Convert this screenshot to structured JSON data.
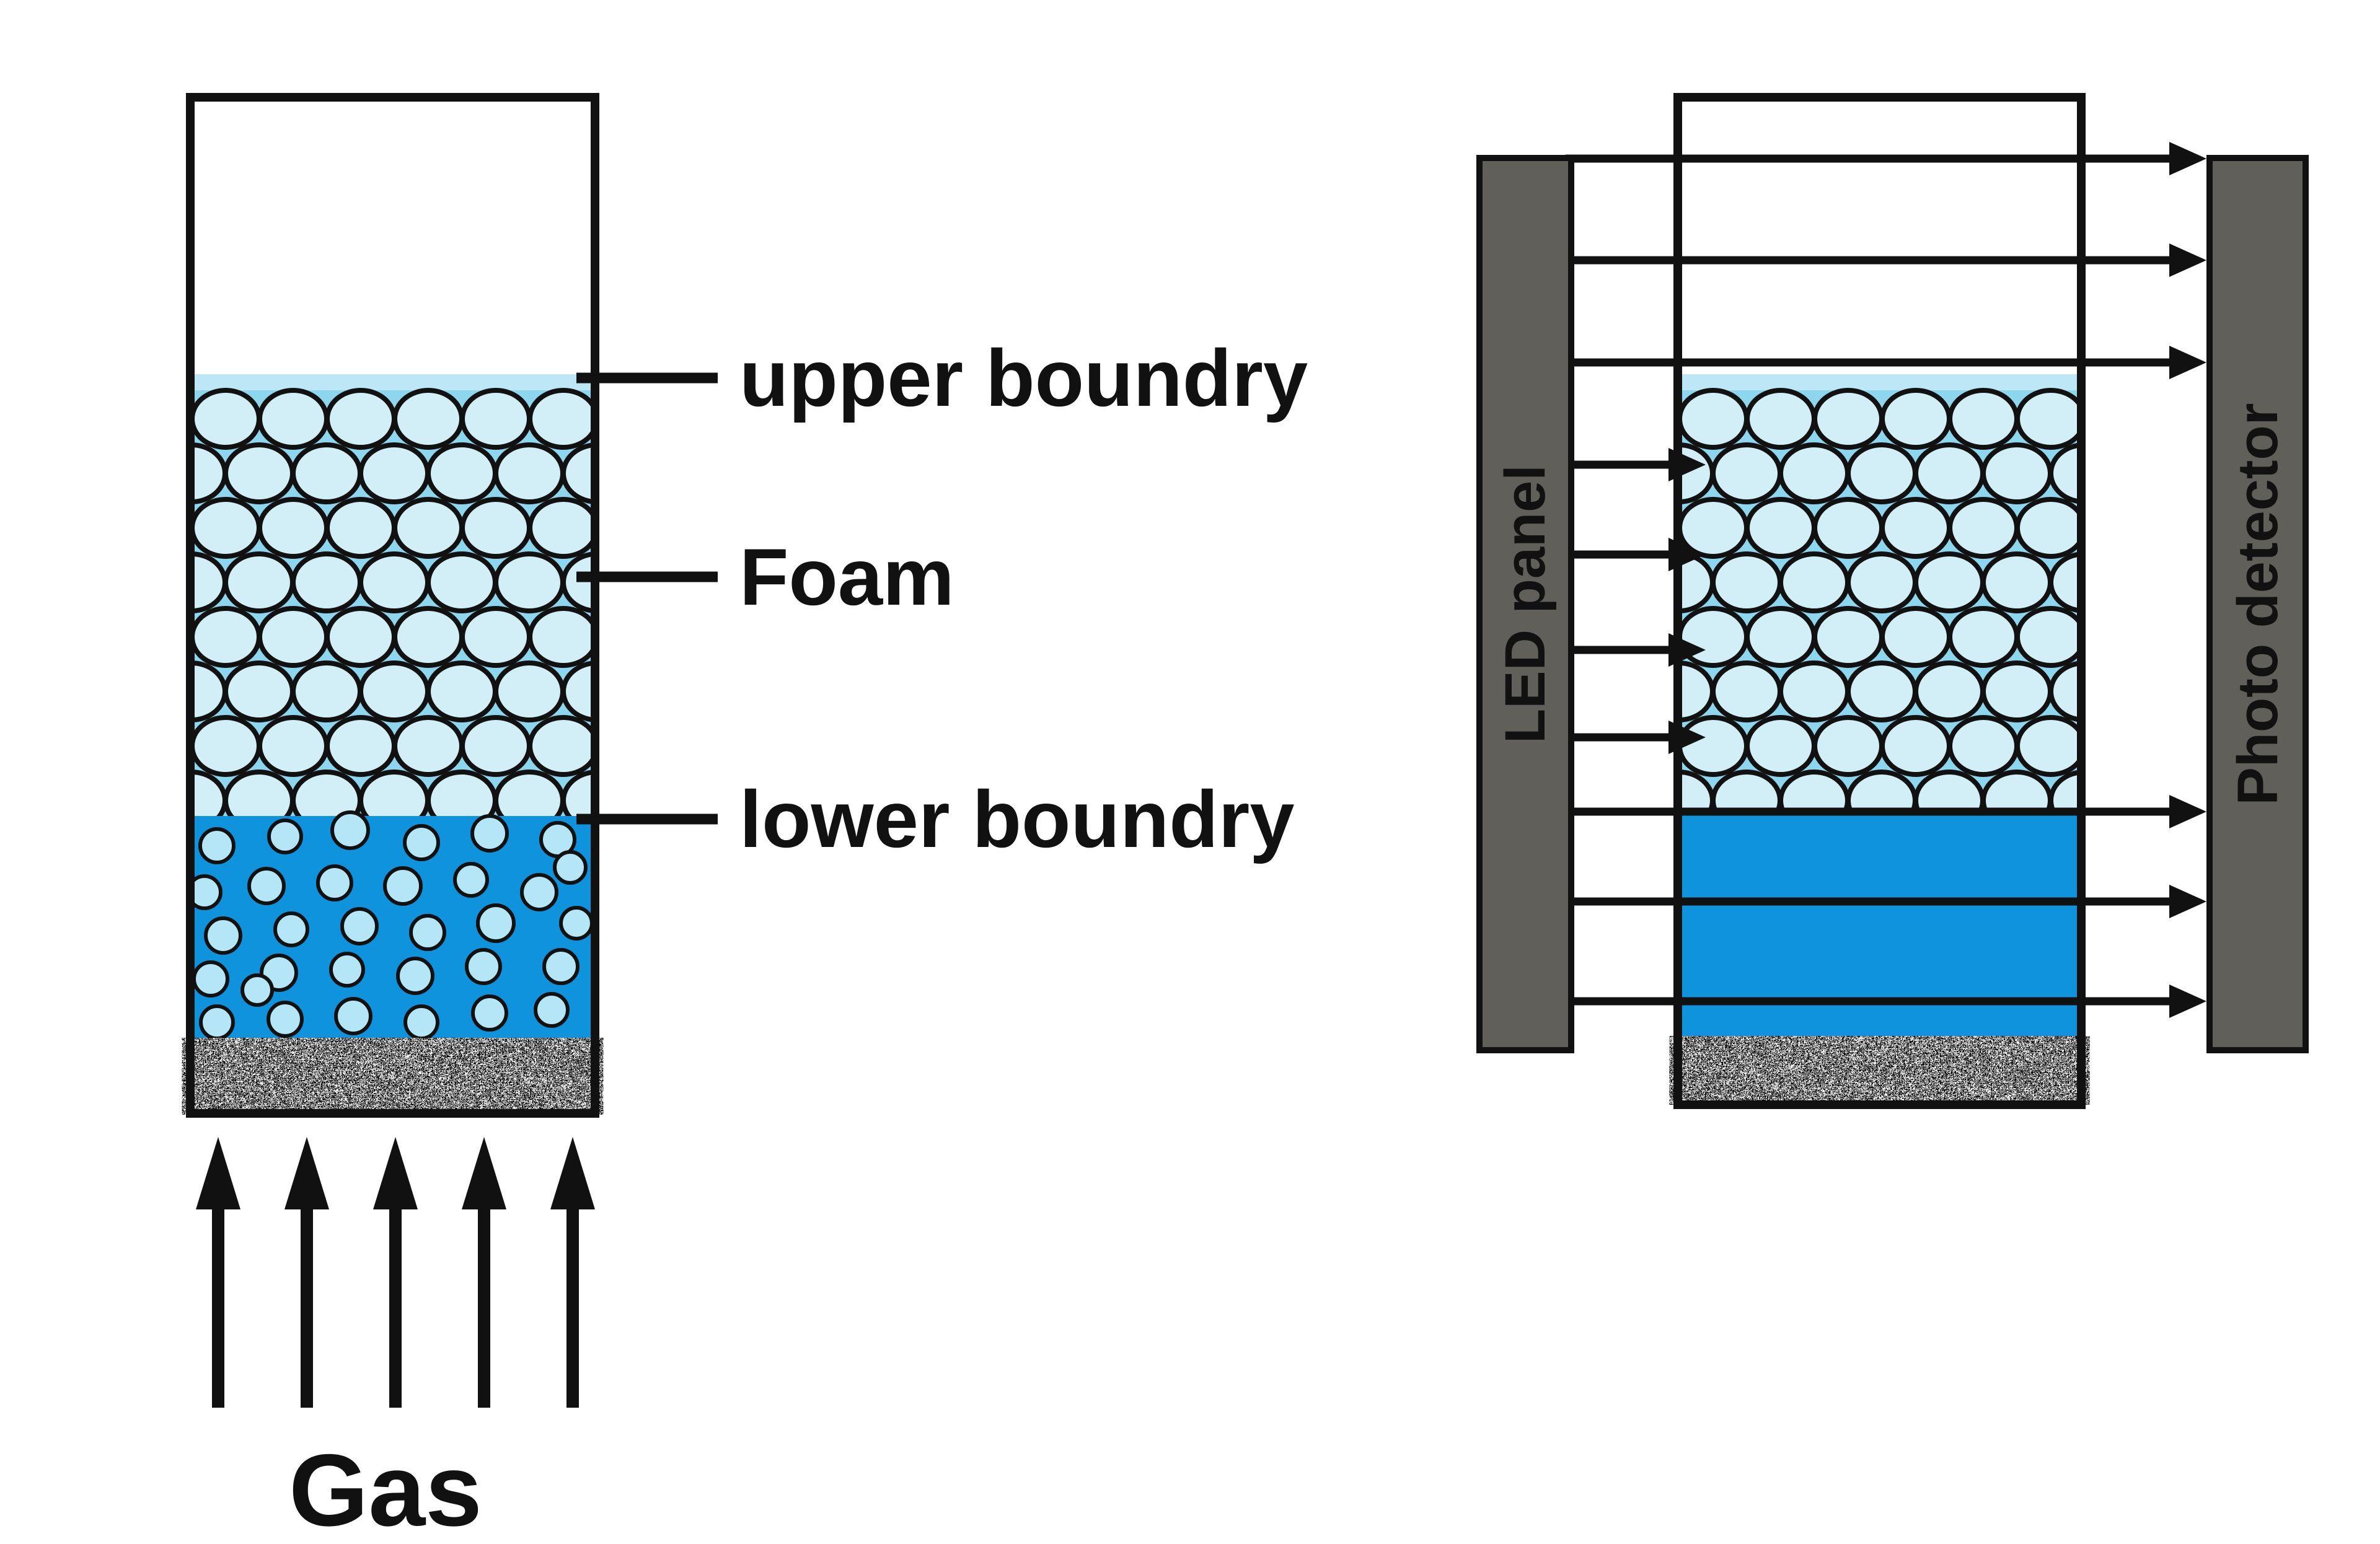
{
  "figure": {
    "left_panel": {
      "upper_boundary_label": "upper boundry",
      "foam_label": "Foam",
      "lower_boundary_label": "lower boundry",
      "gas_label": "Gas"
    },
    "right_panel": {
      "led_panel_label": "LED panel",
      "photo_detector_label": "Photo detector"
    },
    "colors": {
      "outline": "#111111",
      "foam_gap": "#8ed6ee",
      "foam_surface_band": "#bde7f6",
      "foam_bubble_fill": "#d2eff8",
      "liquid": "#0e93dc",
      "liquid_bubble_fill": "#b5e6f8",
      "panel_gray": "#615f5a",
      "background": "#ffffff",
      "text": "#111111"
    }
  }
}
